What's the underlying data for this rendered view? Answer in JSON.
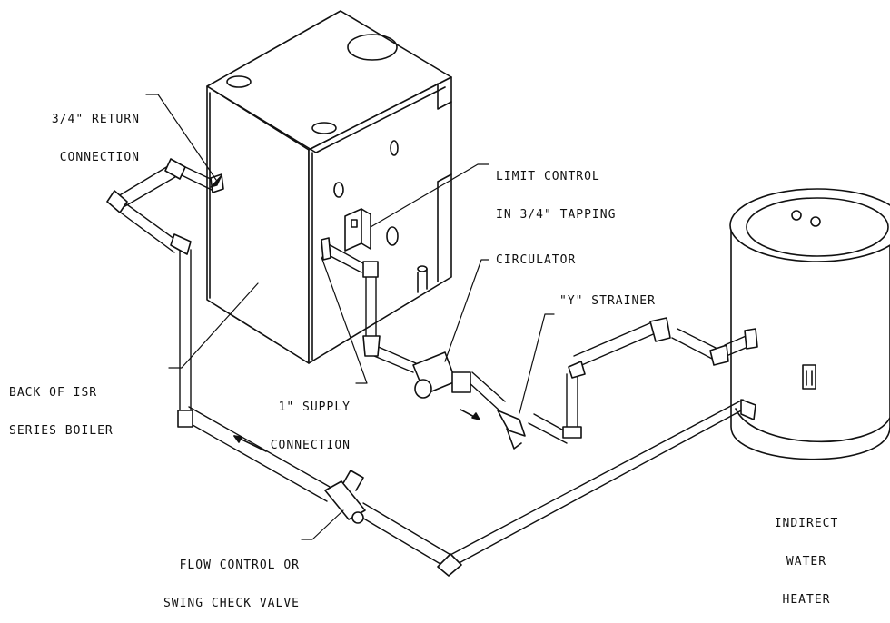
{
  "labels": {
    "return_connection": [
      "3/4\" RETURN",
      "CONNECTION"
    ],
    "limit_control": [
      "LIMIT CONTROL",
      "IN 3/4\" TAPPING"
    ],
    "circulator": "CIRCULATOR",
    "y_strainer": "\"Y\" STRAINER",
    "boiler_back": [
      "BACK OF ISR",
      "SERIES BOILER"
    ],
    "supply_connection": [
      "1\" SUPPLY",
      "CONNECTION"
    ],
    "water_heater": [
      "INDIRECT",
      "WATER",
      "HEATER"
    ],
    "flow_control": [
      "FLOW CONTROL OR",
      "SWING CHECK VALVE"
    ]
  }
}
